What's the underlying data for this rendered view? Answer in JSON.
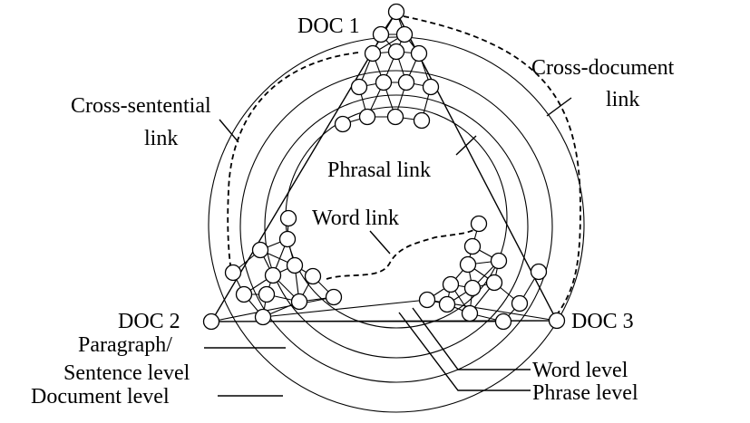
{
  "labels": {
    "doc1": "DOC 1",
    "doc2": "DOC 2",
    "doc3": "DOC 3",
    "cross_document_1": "Cross-document",
    "cross_document_2": "link",
    "cross_sentential_1": "Cross-sentential",
    "cross_sentential_2": "link",
    "phrasal_link": "Phrasal link",
    "word_link": "Word link",
    "paragraph_1": "Paragraph/",
    "paragraph_2": "Sentence level",
    "document_level": "Document level",
    "word_level": "Word level",
    "phrase_level": "Phrase level"
  }
}
